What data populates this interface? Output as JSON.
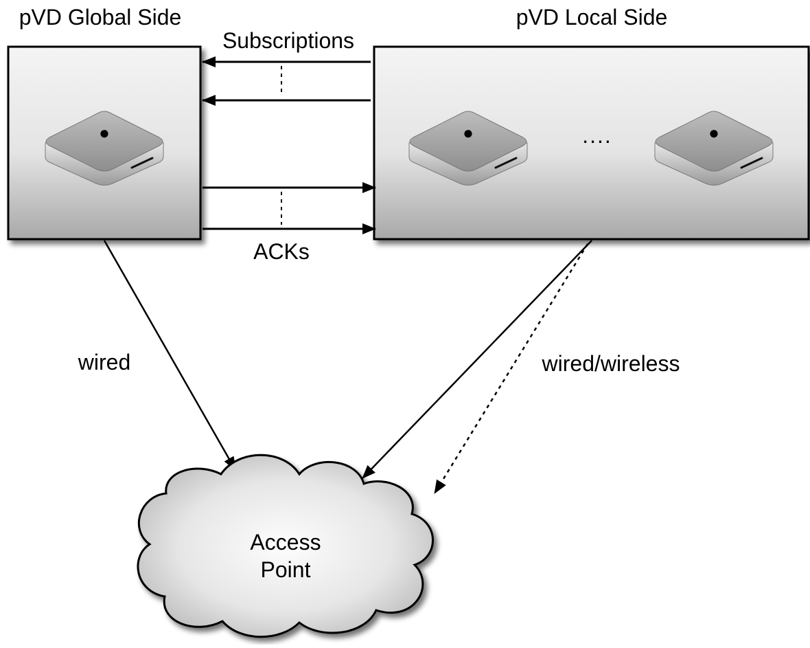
{
  "diagram": {
    "global_side_title": "pVD Global Side",
    "local_side_title": "pVD Local Side",
    "subscriptions_label": "Subscriptions",
    "acks_label": "ACKs",
    "ellipsis": "....",
    "wired_label": "wired",
    "wired_wireless_label": "wired/wireless",
    "access_point_line1": "Access",
    "access_point_line2": "Point"
  },
  "icons": {
    "device": "mac-mini-icon",
    "logo": "apple-logo-icon"
  }
}
